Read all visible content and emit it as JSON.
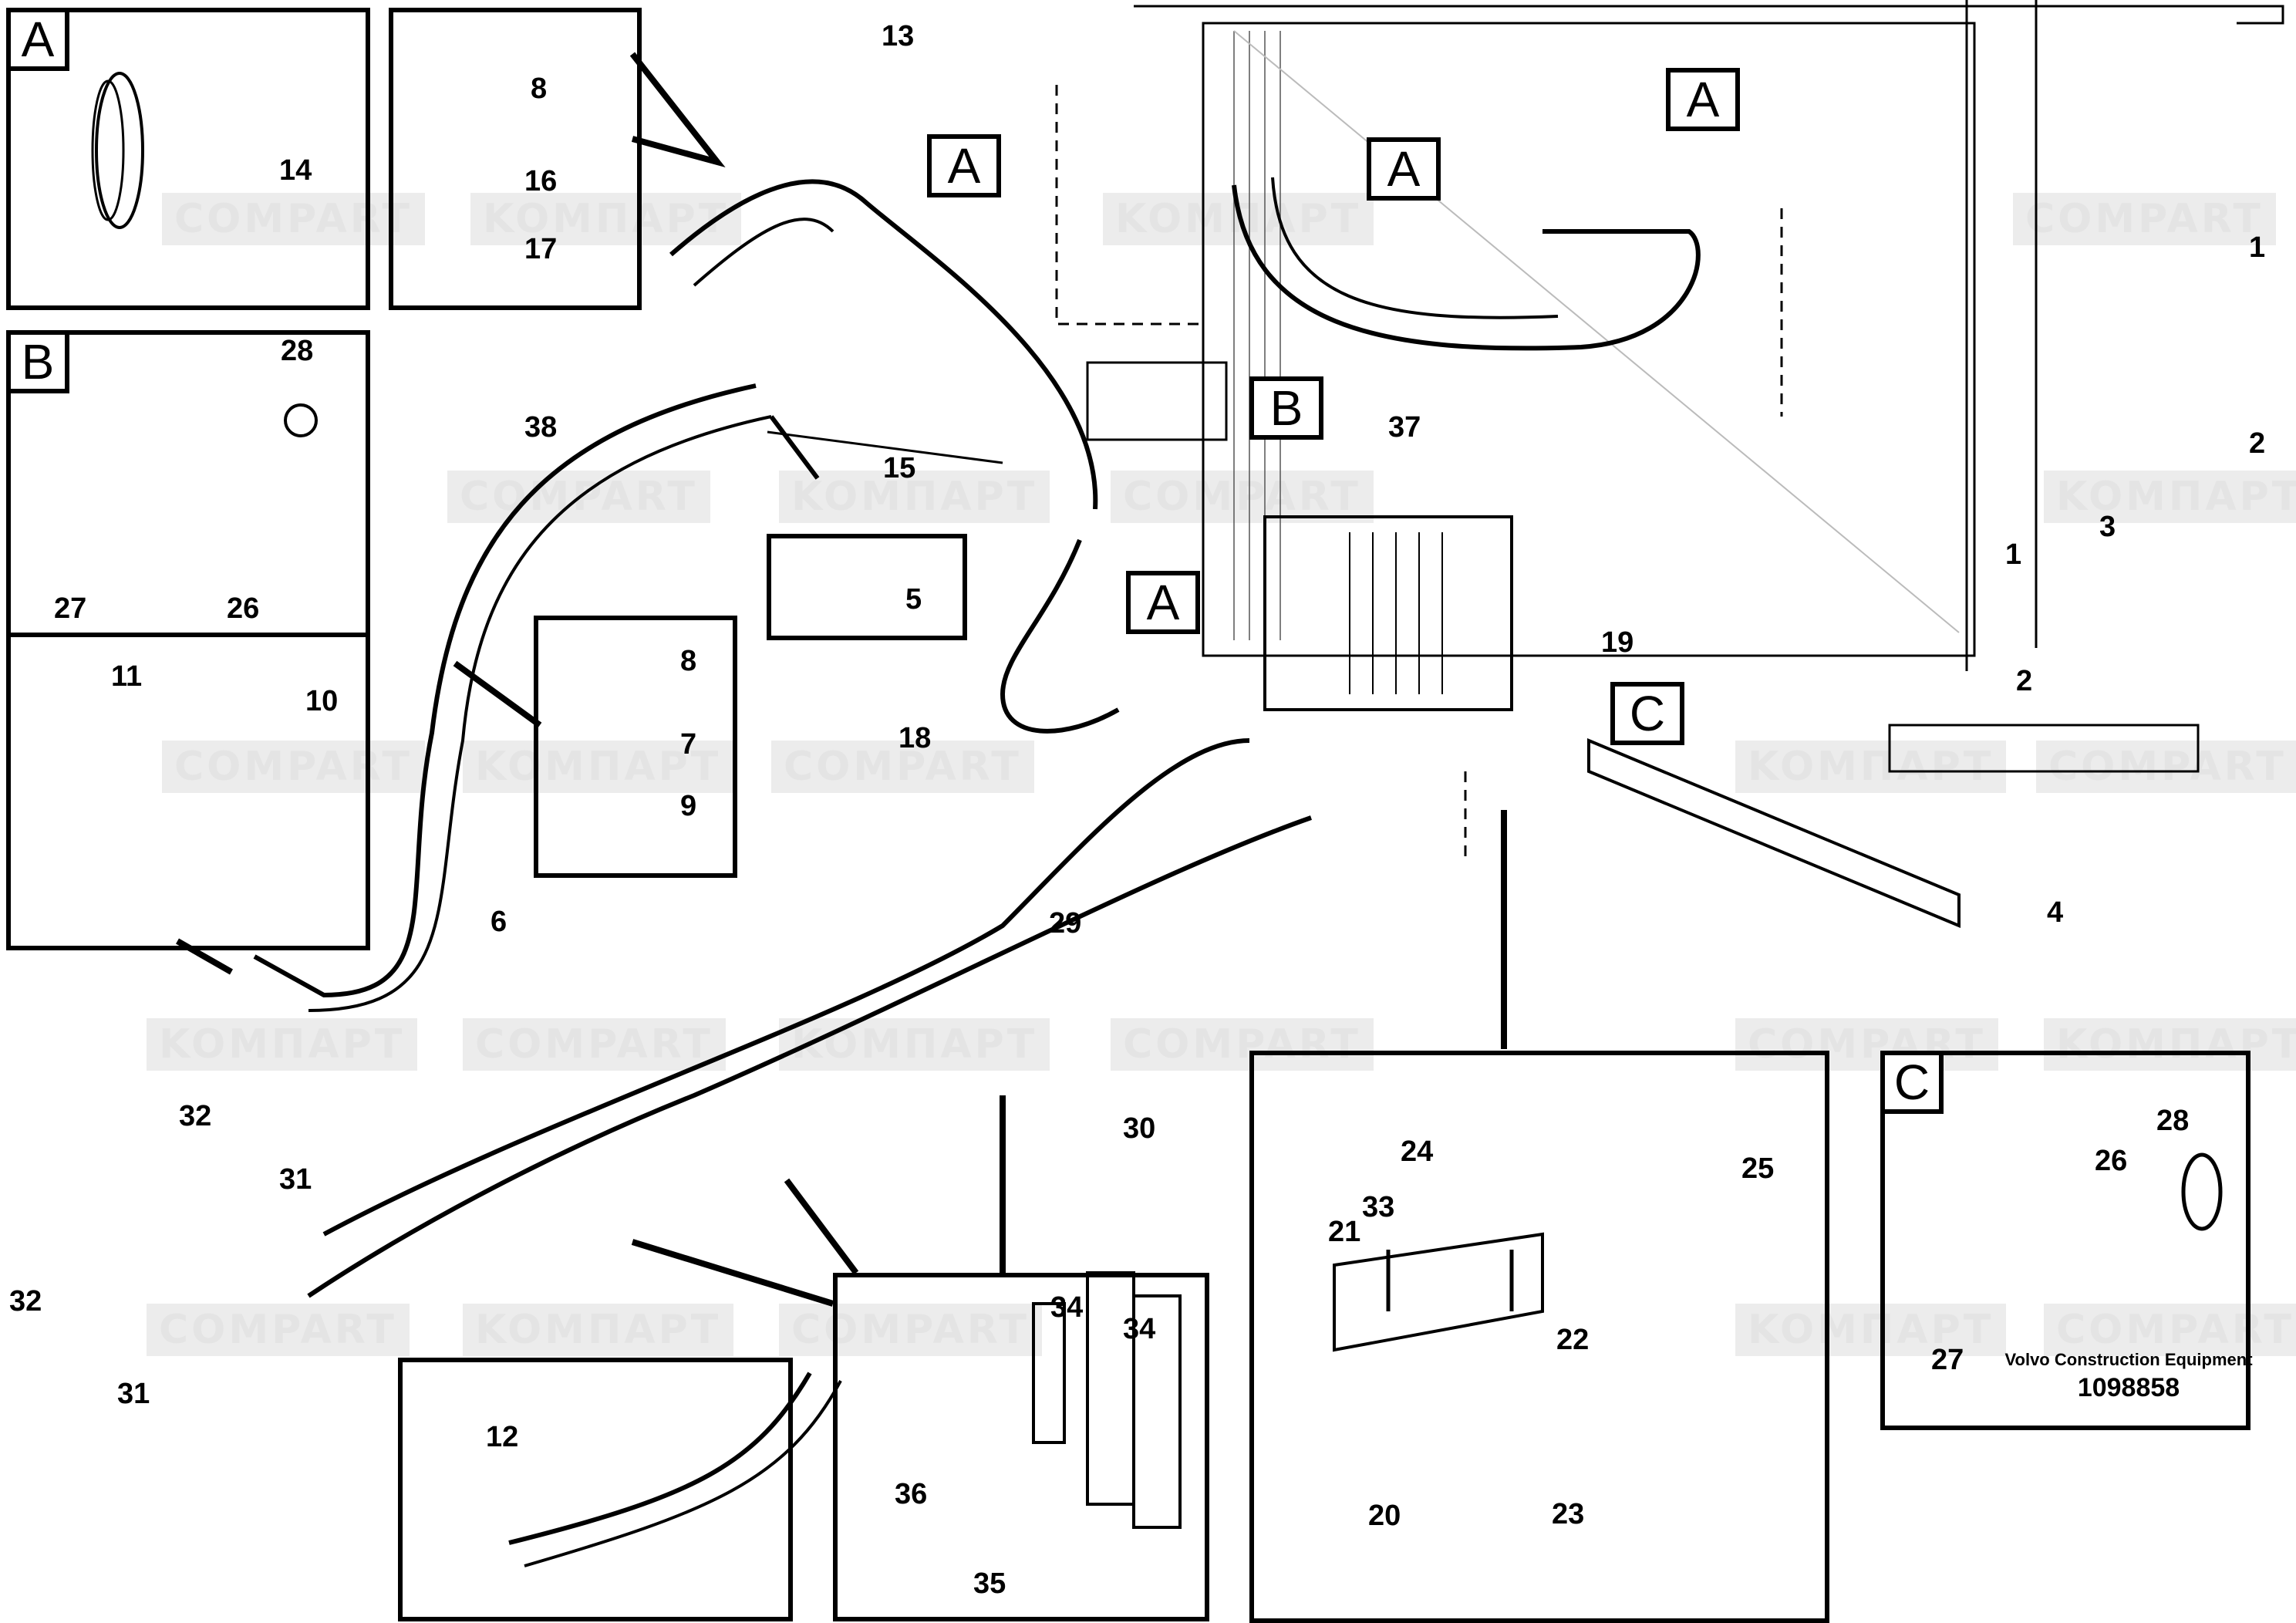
{
  "title": "Volvo Construction Equipment",
  "drawing_number": "1098858",
  "watermarks": [
    "KOMПAPT",
    "COMPART"
  ],
  "detail_views": [
    {
      "tag": "A",
      "parts": [
        "14"
      ]
    },
    {
      "tag": "B",
      "parts": [
        "28",
        "27",
        "26"
      ]
    },
    {
      "tag": "C",
      "parts": [
        "28",
        "26",
        "27"
      ]
    }
  ],
  "view_markers": [
    "A",
    "A",
    "A",
    "A",
    "B",
    "C"
  ],
  "callouts": [
    {
      "id": "c14",
      "label": "14"
    },
    {
      "id": "c8a",
      "label": "8"
    },
    {
      "id": "c16",
      "label": "16"
    },
    {
      "id": "c17",
      "label": "17"
    },
    {
      "id": "c13",
      "label": "13"
    },
    {
      "id": "c15",
      "label": "15"
    },
    {
      "id": "c38",
      "label": "38"
    },
    {
      "id": "c5",
      "label": "5"
    },
    {
      "id": "c28b",
      "label": "28"
    },
    {
      "id": "c27b",
      "label": "27"
    },
    {
      "id": "c26b",
      "label": "26"
    },
    {
      "id": "c11",
      "label": "11"
    },
    {
      "id": "c10",
      "label": "10"
    },
    {
      "id": "c8b",
      "label": "8"
    },
    {
      "id": "c7",
      "label": "7"
    },
    {
      "id": "c9",
      "label": "9"
    },
    {
      "id": "c6",
      "label": "6"
    },
    {
      "id": "c18",
      "label": "18"
    },
    {
      "id": "c19",
      "label": "19"
    },
    {
      "id": "c37",
      "label": "37"
    },
    {
      "id": "c1a",
      "label": "1"
    },
    {
      "id": "c2a",
      "label": "2"
    },
    {
      "id": "c3",
      "label": "3"
    },
    {
      "id": "c1b",
      "label": "1"
    },
    {
      "id": "c2b",
      "label": "2"
    },
    {
      "id": "c4",
      "label": "4"
    },
    {
      "id": "c29",
      "label": "29"
    },
    {
      "id": "c30",
      "label": "30"
    },
    {
      "id": "c32a",
      "label": "32"
    },
    {
      "id": "c31a",
      "label": "31"
    },
    {
      "id": "c32b",
      "label": "32"
    },
    {
      "id": "c31b",
      "label": "31"
    },
    {
      "id": "c12",
      "label": "12"
    },
    {
      "id": "c34a",
      "label": "34"
    },
    {
      "id": "c34b",
      "label": "34"
    },
    {
      "id": "c36",
      "label": "36"
    },
    {
      "id": "c35",
      "label": "35"
    },
    {
      "id": "c24",
      "label": "24"
    },
    {
      "id": "c25",
      "label": "25"
    },
    {
      "id": "c33",
      "label": "33"
    },
    {
      "id": "c21",
      "label": "21"
    },
    {
      "id": "c22",
      "label": "22"
    },
    {
      "id": "c20",
      "label": "20"
    },
    {
      "id": "c23",
      "label": "23"
    },
    {
      "id": "c28c",
      "label": "28"
    },
    {
      "id": "c26c",
      "label": "26"
    },
    {
      "id": "c27c",
      "label": "27"
    }
  ]
}
